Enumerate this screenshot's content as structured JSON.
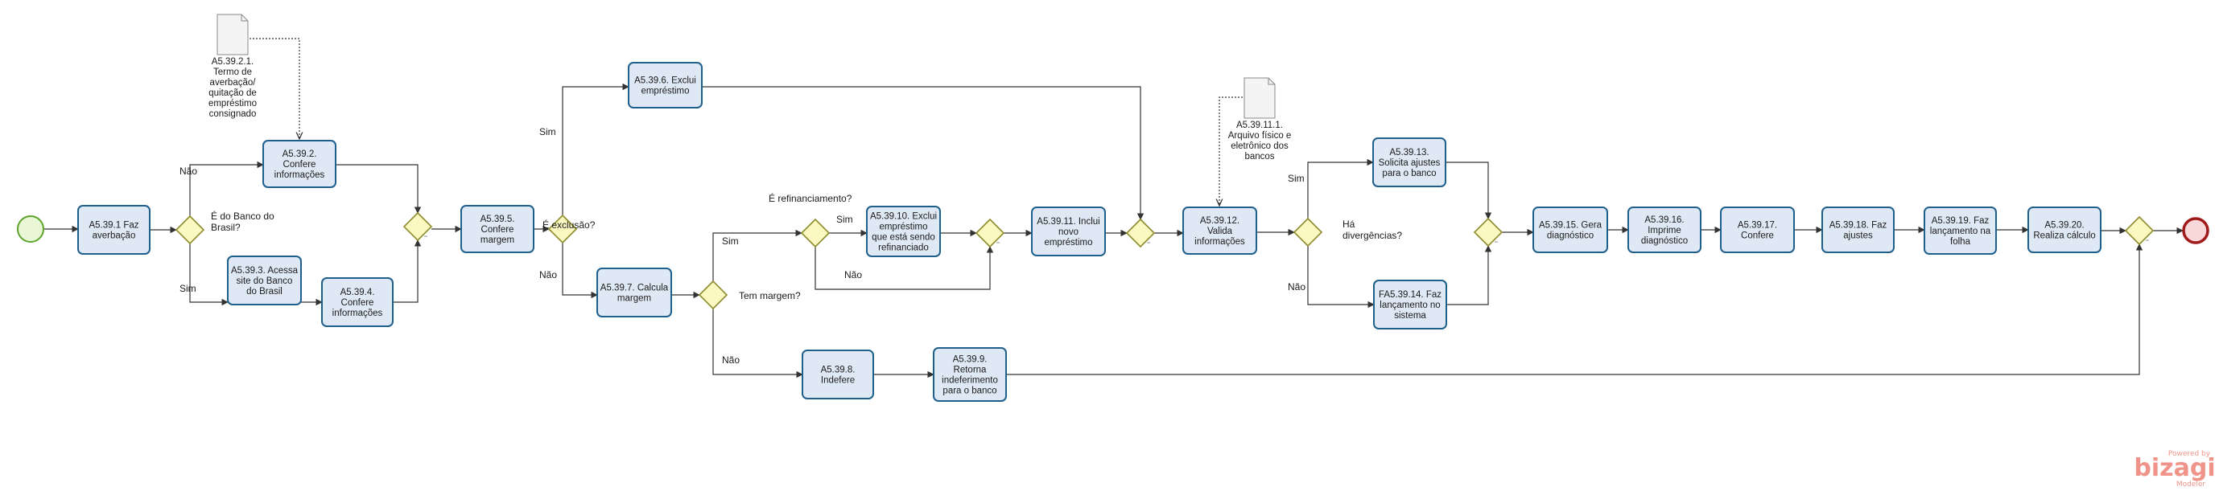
{
  "tasks": {
    "t1": [
      "A5.39.1 Faz",
      "averbação"
    ],
    "t2": [
      "A5.39.2.",
      "Confere",
      "informações"
    ],
    "t3": [
      "A5.39.3. Acessa",
      "site do Banco",
      "do Brasil"
    ],
    "t4": [
      "A5.39.4.",
      "Confere",
      "informações"
    ],
    "t5": [
      "A5.39.5.",
      "Confere",
      "margem"
    ],
    "t6": [
      "A5.39.6. Exclui",
      "empréstimo"
    ],
    "t7": [
      "A5.39.7. Calcula",
      "margem"
    ],
    "t8": [
      "A5.39.8.",
      "Indefere"
    ],
    "t9": [
      "A5.39.9.",
      "Retorna",
      "indeferimento",
      "para o banco"
    ],
    "t10": [
      "A5.39.10. Exclui",
      "empréstimo",
      "que está sendo",
      "refinanciado"
    ],
    "t11": [
      "A5.39.11. Inclui",
      "novo",
      "empréstimo"
    ],
    "t12": [
      "A5.39.12.",
      "Valida",
      "informações"
    ],
    "t13": [
      "A5.39.13.",
      "Solicita ajustes",
      "para o banco"
    ],
    "t14": [
      "FA5.39.14. Faz",
      "lançamento no",
      "sistema"
    ],
    "t15": [
      "A5.39.15. Gera",
      "diagnóstico"
    ],
    "t16": [
      "A5.39.16.",
      "Imprime",
      "diagnóstico"
    ],
    "t17": [
      "A5.39.17.",
      "Confere"
    ],
    "t18": [
      "A5.39.18. Faz",
      "ajustes"
    ],
    "t19": [
      "A5.39.19. Faz",
      "lançamento na",
      "folha"
    ],
    "t20": [
      "A5.39.20.",
      "Realiza cálculo"
    ]
  },
  "gateways": {
    "g1": [
      "É do Banco do",
      "Brasil?"
    ],
    "g3": [
      "É exclusão?"
    ],
    "g4": [
      "Tem margem?"
    ],
    "g5": [
      "É refinanciamento?"
    ],
    "g8": [
      "Há",
      "divergências?"
    ]
  },
  "edge_labels": {
    "g1_nao": "Não",
    "g1_sim": "Sim",
    "g3_sim": "Sim",
    "g3_nao": "Não",
    "g4_sim": "Sim",
    "g4_nao": "Não",
    "g5_sim": "Sim",
    "g5_nao": "Não",
    "g8_sim": "Sim",
    "g8_nao": "Não"
  },
  "documents": {
    "d1": [
      "A5.39.2.1.",
      "Termo de",
      "averbação/",
      "quitação de",
      "empréstimo",
      "consignado"
    ],
    "d2": [
      "A5.39.11.1.",
      "Arquivo físico e",
      "eletrônico dos",
      "bancos"
    ]
  },
  "watermark": {
    "powered": "Powered by",
    "brand": "bizagi",
    "product": "Modeler"
  },
  "colors": {
    "task_fill": "#dfe9f5",
    "task_border": "#1f5f8b",
    "gateway_fill": "#fbf8c2",
    "gateway_border": "#8c8c2a",
    "start_fill": "#e9f7d6",
    "start_border": "#5ea32c",
    "end_fill": "#f8d8d8",
    "end_border": "#a11a1a",
    "line": "#333333",
    "watermark": "#f0948a"
  }
}
